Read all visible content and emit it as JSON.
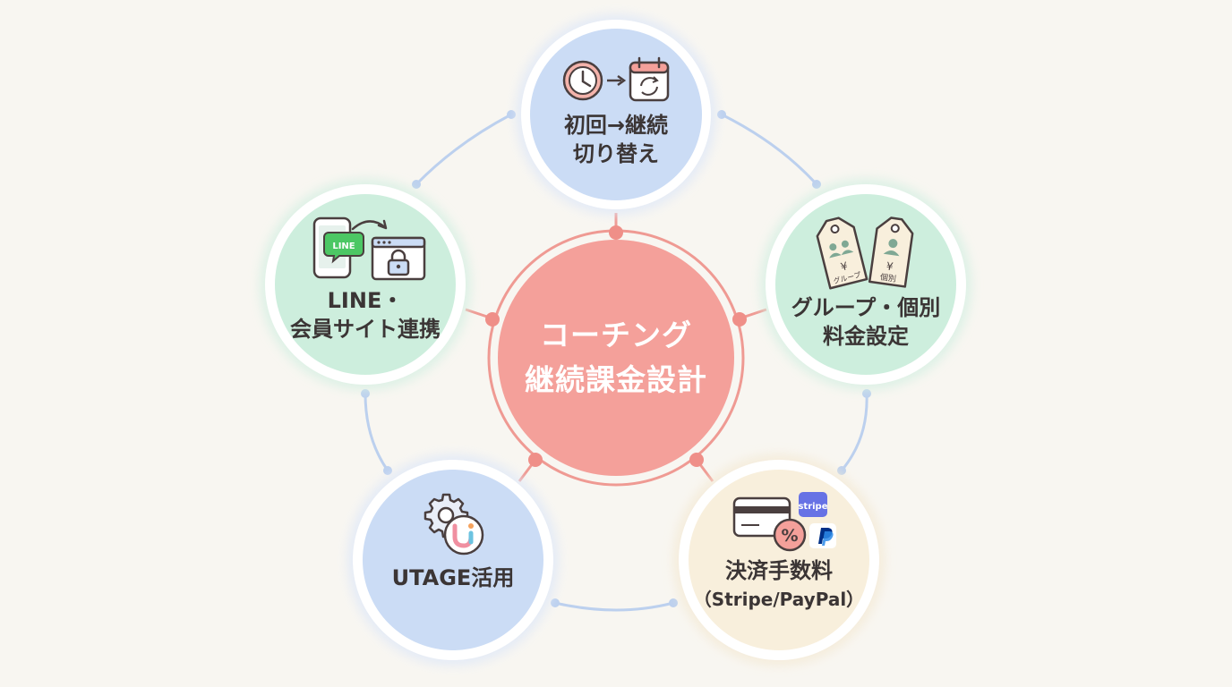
{
  "center": {
    "line1": "コーチング",
    "line2": "継続課金設計"
  },
  "nodes": {
    "top": {
      "line1": "初回→継続",
      "line2": "切り替え",
      "icons": [
        "clock-icon",
        "arrow-icon",
        "calendar-refresh-icon"
      ]
    },
    "right": {
      "line1": "グループ・個別",
      "line2": "料金設定",
      "icons": [
        "price-tag-icon",
        "price-tag-icon"
      ],
      "tag_group": {
        "yen": "¥",
        "text": "グループ"
      },
      "tag_individual": {
        "yen": "¥",
        "text": "個別"
      }
    },
    "bottom_right": {
      "line1": "決済手数料",
      "line2": "（Stripe/PayPal）",
      "icons": [
        "credit-card-icon",
        "percent-icon",
        "stripe-logo",
        "paypal-logo"
      ],
      "stripe_logo_text": "stripe"
    },
    "bottom_left": {
      "line1": "UTAGE活用",
      "icons": [
        "gear-icon",
        "utage-logo"
      ]
    },
    "left": {
      "line1": "LINE・",
      "line2": "会員サイト連携",
      "icons": [
        "smartphone-icon",
        "line-logo",
        "arrow-icon",
        "browser-window-icon",
        "lock-icon"
      ],
      "line_logo_text": "LINE"
    }
  },
  "colors": {
    "background": "#f8f6f1",
    "center_fill": "#f4a09a",
    "center_ring": "#ef9a93",
    "blue_node": "#cbdcf5",
    "green_node": "#cdeedd",
    "cream_node": "#f8efdc",
    "connector": "#bcd0ee",
    "line_green": "#4cc764",
    "stripe_purple": "#6772e5",
    "paypal_blue": "#003087"
  }
}
